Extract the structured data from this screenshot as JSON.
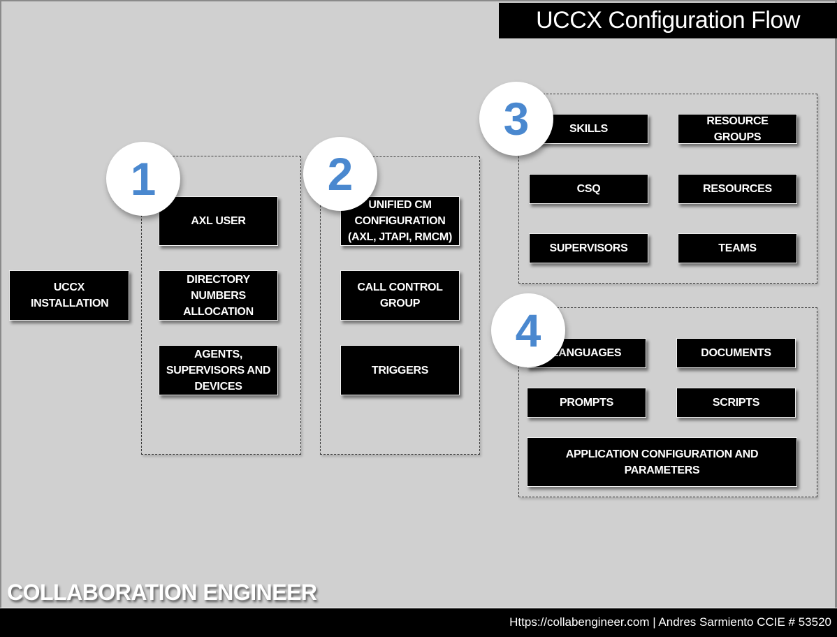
{
  "title": "UCCX Configuration Flow",
  "brand": "COLLABORATION ENGINEER",
  "footer": "Https://collabengineer.com | Andres Sarmiento CCIE # 53520",
  "colors": {
    "background": "#d0d0d0",
    "box": "#000000",
    "box_text": "#ffffff",
    "badge_number": "#4a88cf",
    "badge_fill": "#ffffff"
  },
  "start": {
    "label": "UCCX INSTALLATION"
  },
  "steps": [
    {
      "number": "1",
      "items": [
        "AXL USER",
        "DIRECTORY NUMBERS ALLOCATION",
        "AGENTS, SUPERVISORS AND DEVICES"
      ]
    },
    {
      "number": "2",
      "items": [
        "UNIFIED CM CONFIGURATION (AXL, JTAPI, RMCM)",
        "CALL CONTROL GROUP",
        "TRIGGERS"
      ]
    },
    {
      "number": "3",
      "items": [
        "SKILLS",
        "RESOURCE GROUPS",
        "CSQ",
        "RESOURCES",
        "SUPERVISORS",
        "TEAMS"
      ]
    },
    {
      "number": "4",
      "items": [
        "LANGUAGES",
        "DOCUMENTS",
        "PROMPTS",
        "SCRIPTS",
        "APPLICATION CONFIGURATION AND PARAMETERS"
      ]
    }
  ]
}
